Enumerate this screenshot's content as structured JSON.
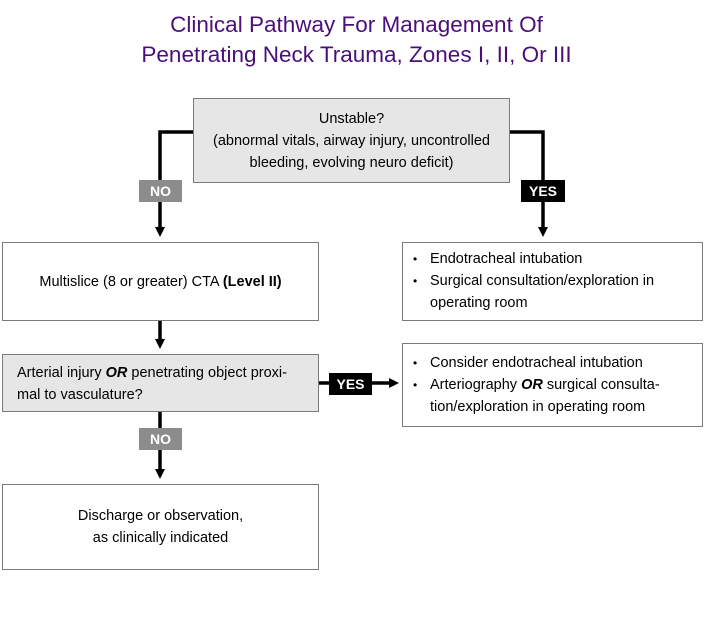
{
  "title": {
    "line1": "Clinical Pathway For Management Of",
    "line2": "Penetrating Neck Trauma, Zones I, II, Or III"
  },
  "unstable": {
    "line1": "Unstable?",
    "line2": "(abnormal vitals, airway injury, uncontrolled",
    "line3": "bleeding, evolving neuro deficit)"
  },
  "cta": {
    "text": "Multislice (8 or greater) CTA ",
    "level": "(Level II)"
  },
  "unstable_yes_actions": [
    "Endotracheal intubation",
    "Surgical consultation/exploration in operating room"
  ],
  "arterial": {
    "pre": "Arterial injury ",
    "or": "OR",
    "post": " penetrating object proxi-mal to vasculature?"
  },
  "arterial_yes_actions": {
    "item1": "Consider endotracheal intubation",
    "item2_pre": "Arteriography ",
    "item2_or": "OR",
    "item2_post": " surgical consulta-tion/exploration in operating room"
  },
  "discharge": {
    "line1": "Discharge or observation,",
    "line2": "as clinically indicated"
  },
  "badges": {
    "no": "NO",
    "yes": "YES"
  },
  "colors": {
    "title": "#4b0f7a",
    "gray_box": "#e6e6e6",
    "no_badge": "#8c8c8c",
    "yes_badge": "#000000"
  }
}
